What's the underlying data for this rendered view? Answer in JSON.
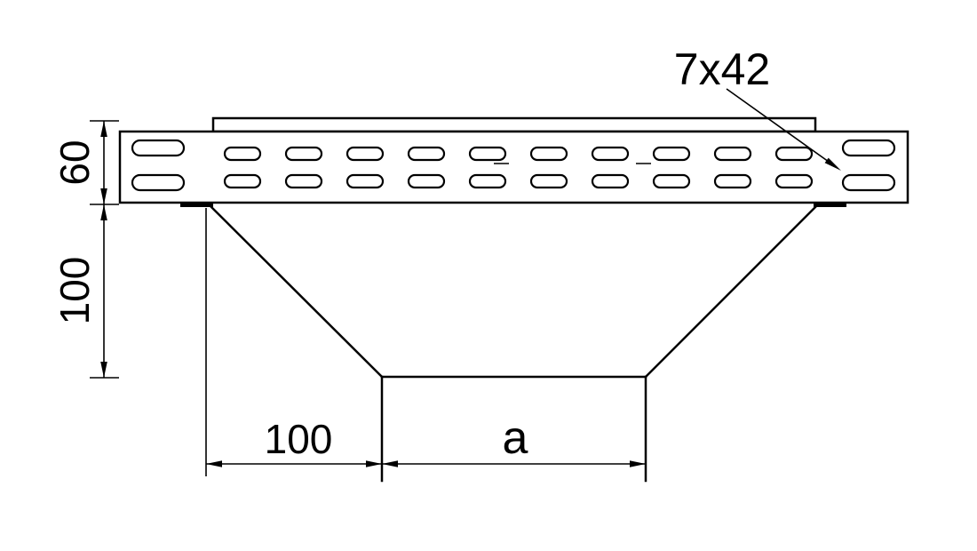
{
  "labels": {
    "slot_spec": "7x42",
    "side_height": "60",
    "branch_depth": "100",
    "bottom_left_width": "100",
    "bottom_branch_width": "a"
  },
  "colors": {
    "line": "#000000",
    "background": "#ffffff"
  }
}
